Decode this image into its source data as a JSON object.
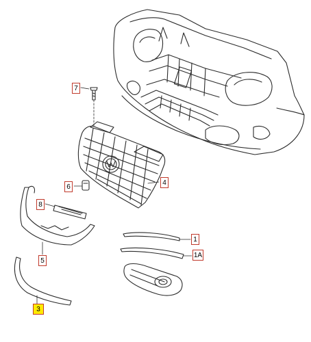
{
  "colors": {
    "line": "#2a2a2a",
    "callout_border": "#c0392b",
    "highlight": "#ffeb00"
  },
  "callouts": {
    "c7": "7",
    "c6": "6",
    "c4": "4",
    "c8": "8",
    "c1": "1",
    "c1a": "1A",
    "c5": "5",
    "c3": "3"
  }
}
